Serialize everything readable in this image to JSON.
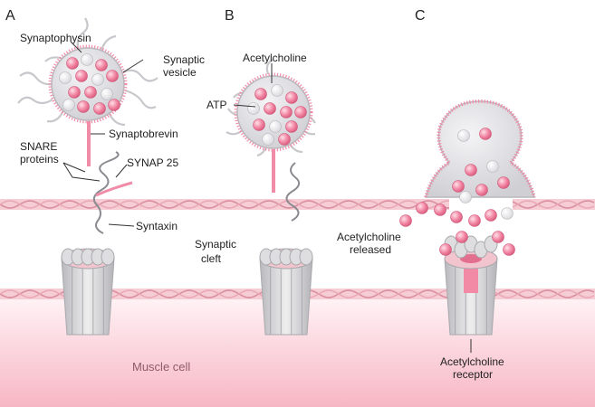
{
  "panels": {
    "a": "A",
    "b": "B",
    "c": "C"
  },
  "labels": {
    "synaptophysin": "Synaptophysin",
    "synaptic_vesicle_1": "Synaptic",
    "synaptic_vesicle_2": "vesicle",
    "synaptobrevin": "Synaptobrevin",
    "snare_1": "SNARE",
    "snare_2": "proteins",
    "synap25": "SYNAP 25",
    "syntaxin": "Syntaxin",
    "acetylcholine": "Acetylcholine",
    "atp": "ATP",
    "synaptic_cleft_1": "Synaptic",
    "synaptic_cleft_2": "cleft",
    "ach_released_1": "Acetylcholine",
    "ach_released_2": "released",
    "ach_receptor_1": "Acetylcholine",
    "ach_receptor_2": "receptor",
    "muscle_cell": "Muscle cell"
  },
  "colors": {
    "pink": "#f08ca8",
    "membrane": "#f3c3cc",
    "membrane_edge": "#d98f9f",
    "muscle_top": "#ffffff",
    "muscle_bottom": "#f6b3c1",
    "vesicle_fill": "#e3e3e6",
    "receptor_gray": "#c9c9cc"
  }
}
